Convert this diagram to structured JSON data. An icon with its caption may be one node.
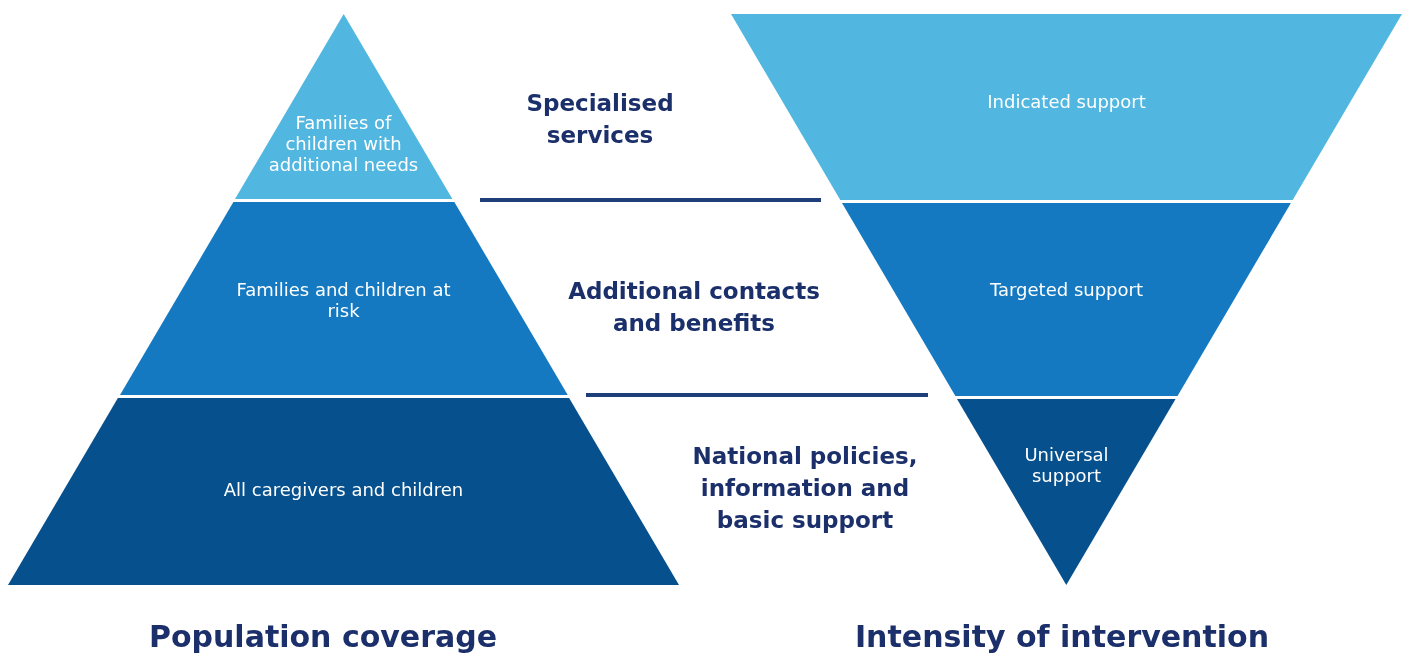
{
  "diagram": {
    "nodes": [
      {
        "text": [
          "Families of children with additional needs"
        ]
      },
      {
        "text": [
          "Families and children at risk"
        ]
      },
      {
        "text": [
          "All caregivers and children"
        ]
      },
      {
        "text": [
          "Indicated support"
        ]
      },
      {
        "text": [
          "Targeted support"
        ]
      },
      {
        "text": [
          "Universal support"
        ]
      }
    ],
    "labels": [
      "Specialised services",
      "Additional contacts and benefits",
      "National policies, information and basic support",
      "Population coverage",
      "Intensity of intervention"
    ]
  }
}
